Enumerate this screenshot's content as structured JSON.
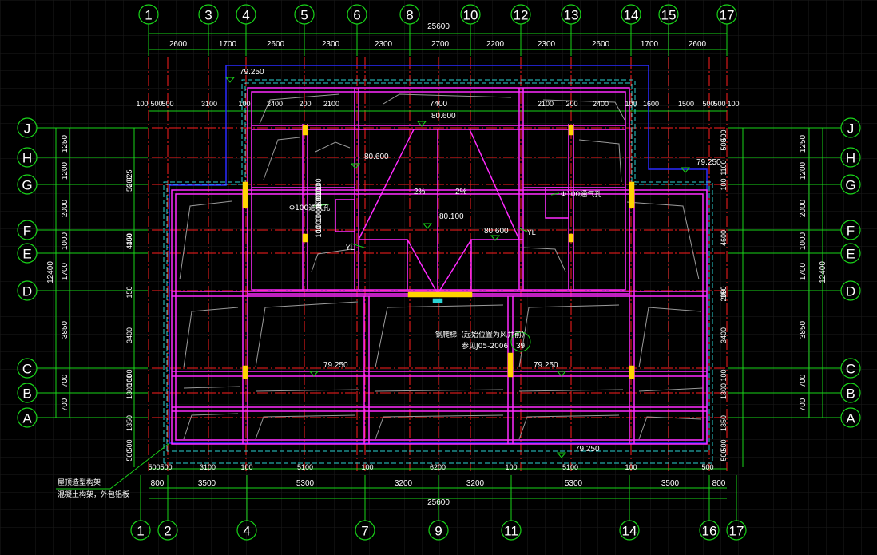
{
  "grid_top": [
    "1",
    "3",
    "4",
    "5",
    "6",
    "8",
    "10",
    "12",
    "13",
    "14",
    "15",
    "17"
  ],
  "grid_bottom": [
    "1",
    "2",
    "4",
    "7",
    "9",
    "11",
    "14",
    "16",
    "17"
  ],
  "grid_rows": [
    "J",
    "H",
    "G",
    "F",
    "E",
    "D",
    "C",
    "B",
    "A"
  ],
  "dims": {
    "total_top": "25600",
    "total_bottom": "25600",
    "top_segments": [
      "2600",
      "1700",
      "2600",
      "2300",
      "2300",
      "2700",
      "2200",
      "2300",
      "2600",
      "1700",
      "2600"
    ],
    "inner_top_left": [
      "100",
      "500",
      "500",
      "3100",
      "100",
      "2400",
      "200",
      "2100"
    ],
    "inner_top_mid": "7400",
    "inner_top_right": [
      "2100",
      "200",
      "2400",
      "100",
      "1600",
      "1500",
      "500",
      "500",
      "100"
    ],
    "bottom_inner": [
      "500",
      "500",
      "3100",
      "100",
      "5100",
      "100",
      "6200",
      "100",
      "5100",
      "100",
      "500"
    ],
    "bottom_segments": [
      "800",
      "3500",
      "5300",
      "3200",
      "3200",
      "5300",
      "3500",
      "800"
    ],
    "left_total": "12400",
    "right_total": "12400",
    "left_rows": [
      "1250",
      "1200",
      "2000",
      "1000",
      "1700",
      "3850",
      "700",
      "700"
    ],
    "right_rows": [
      "1250",
      "1200",
      "2000",
      "1000",
      "1700",
      "3850",
      "700",
      "700"
    ],
    "left_inner": [
      "50",
      "200",
      "625",
      "100",
      "4450",
      "150",
      "3400",
      "100",
      "100",
      "1300",
      "1350",
      "500",
      "500"
    ],
    "right_inner": [
      "500",
      "500",
      "1100",
      "100",
      "4600",
      "150",
      "200",
      "3400",
      "100",
      "1300",
      "1350",
      "500",
      "500"
    ],
    "mid_local": [
      "100",
      "1000",
      "100",
      "1000",
      "1000",
      "1000",
      "150",
      "1100",
      "100"
    ]
  },
  "elevations": {
    "e1": "79.250",
    "e2": "80.600",
    "e3": "80.600",
    "e4": "79.250",
    "e5": "80.100",
    "e6": "80.600",
    "e7": "79.250",
    "e8": "79.250",
    "e9": "79.250"
  },
  "slopes": [
    "2%",
    "2%"
  ],
  "labels": {
    "vent_left": "Φ100通气孔",
    "vent_right": "Φ100通气孔",
    "yl_left": "YL",
    "yl_right": "YL",
    "ladder": "钢爬梯（起始位置为风井前）",
    "ladder_ref": "参见J05-2006",
    "detail_no": "39",
    "note1": "屋顶造型构架",
    "note2": "混凝土构架，外包铝板"
  },
  "colors": {
    "axis": "#19d419",
    "wall": "#ff2aff",
    "gridline": "#ff1e1e",
    "outline": "#2a2aff",
    "cyan": "#2ad4d4",
    "grey": "#9a9a9a",
    "yellow": "#ffd400"
  }
}
